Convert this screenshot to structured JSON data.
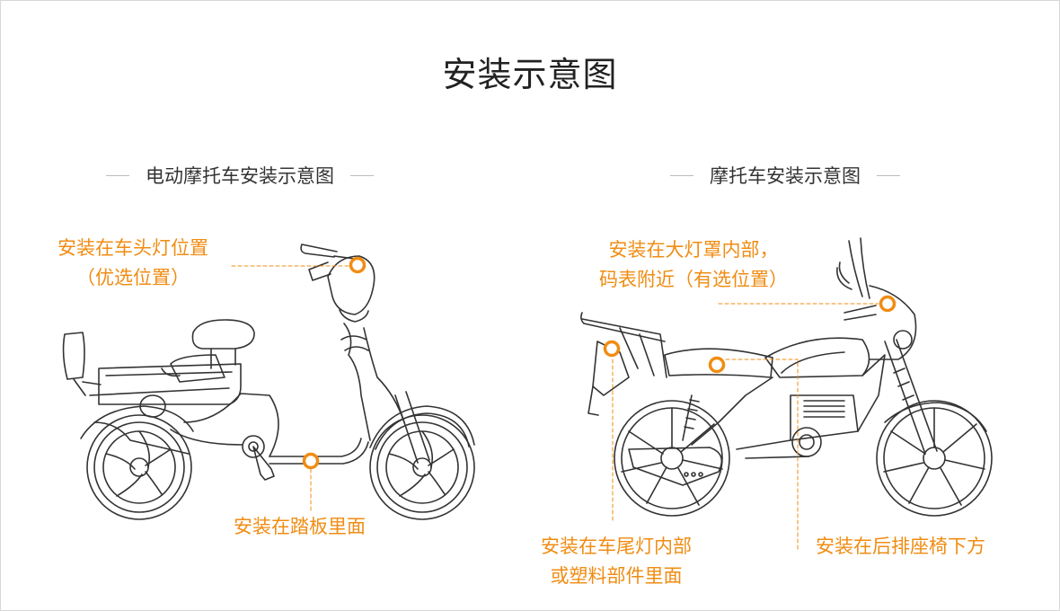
{
  "title": "安装示意图",
  "left_section": {
    "title": "电动摩托车安装示意图",
    "label_headlight_line1": "安装在车头灯位置",
    "label_headlight_line2": "（优选位置）",
    "label_pedal": "安装在踏板里面"
  },
  "right_section": {
    "title": "摩托车安装示意图",
    "label_headlamp_line1": "安装在大灯罩内部，",
    "label_headlamp_line2": "码表附近（有选位置）",
    "label_tail_line1": "安装在车尾灯内部",
    "label_tail_line2": "或塑料部件里面",
    "label_seat": "安装在后排座椅下方"
  },
  "colors": {
    "accent": "#f08c13",
    "line_art": "#333333",
    "title": "#222222"
  }
}
